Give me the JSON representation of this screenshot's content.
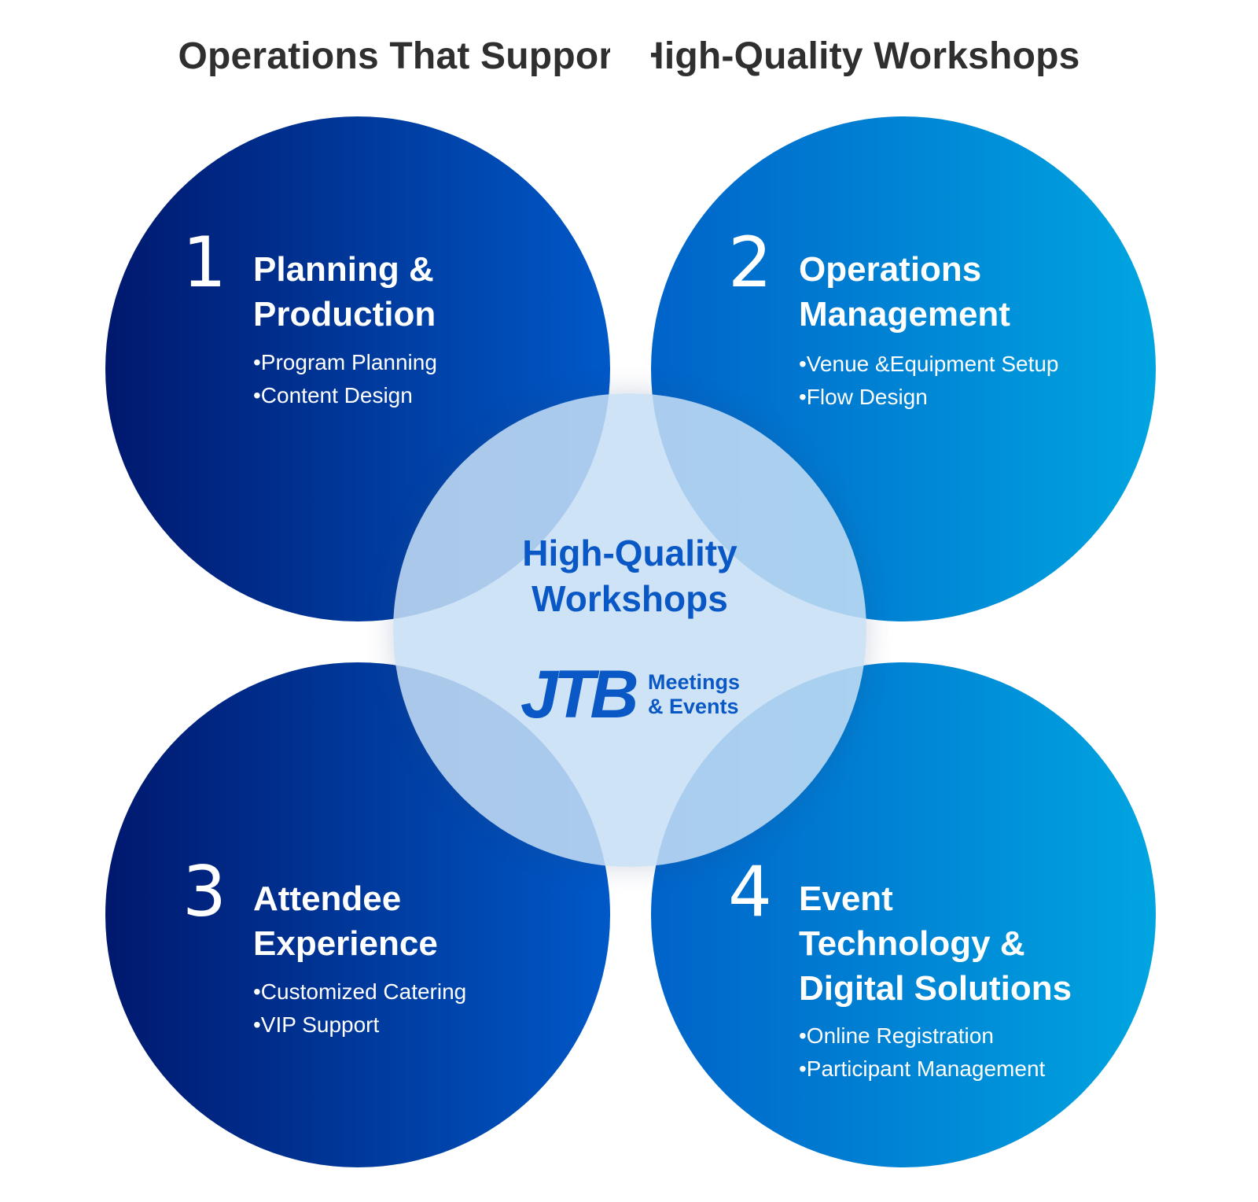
{
  "title": "Operations That Support High-Quality Workshops",
  "quadrants": [
    {
      "number": "1",
      "heading_lines": [
        "Planning &",
        "Production"
      ],
      "items": [
        "•Program Planning",
        "•Content Design"
      ]
    },
    {
      "number": "2",
      "heading_lines": [
        "Operations",
        "Management"
      ],
      "items": [
        "•Venue &Equipment Setup",
        "•Flow Design"
      ]
    },
    {
      "number": "3",
      "heading_lines": [
        "Attendee",
        "Experience"
      ],
      "items": [
        "•Customized Catering",
        "•VIP Support"
      ]
    },
    {
      "number": "4",
      "heading_lines": [
        "Event",
        "Technology &",
        "Digital Solutions"
      ],
      "items": [
        "•Online Registration",
        "•Participant Management"
      ]
    }
  ],
  "center": {
    "title_lines": [
      "High-Quality",
      "Workshops"
    ],
    "logo": {
      "mark": "JTB",
      "text_lines": [
        "Meetings",
        "& Events"
      ]
    }
  },
  "colors": {
    "dark_blue_start": "#00186e",
    "dark_blue_end": "#0059c8",
    "light_blue_start": "#0063c9",
    "light_blue_end": "#00a5e0",
    "center_fill": "#c6def5",
    "accent_text": "#0a58c5",
    "title_text": "#2f2f2f"
  }
}
